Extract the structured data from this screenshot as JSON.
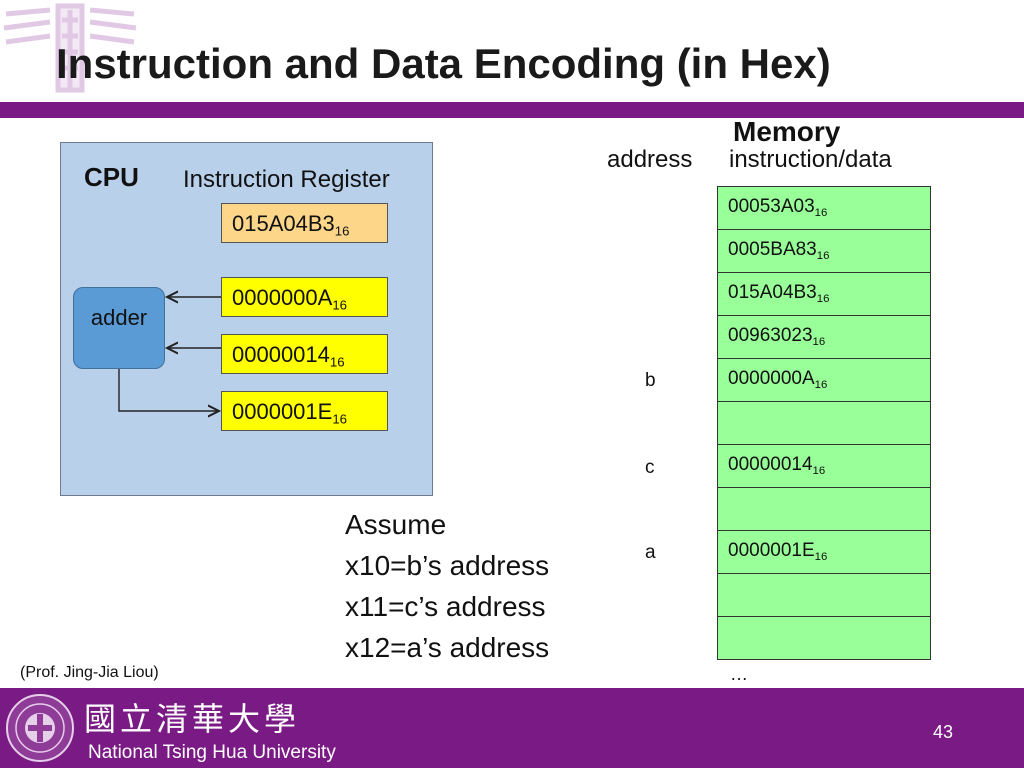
{
  "title": "Instruction and Data Encoding (in Hex)",
  "cpu": {
    "label": "CPU",
    "instruction_register_label": "Instruction Register",
    "instruction_register": {
      "value": "015A04B3",
      "base": "16"
    },
    "adder_label": "adder",
    "registers": [
      {
        "value": "0000000A",
        "base": "16"
      },
      {
        "value": "00000014",
        "base": "16"
      },
      {
        "value": "0000001E",
        "base": "16"
      }
    ]
  },
  "memory": {
    "title": "Memory",
    "address_header": "address",
    "data_header": "instruction/data",
    "rows": [
      {
        "address": "",
        "value": "00053A03",
        "base": "16"
      },
      {
        "address": "",
        "value": "0005BA83",
        "base": "16"
      },
      {
        "address": "",
        "value": "015A04B3",
        "base": "16"
      },
      {
        "address": "",
        "value": "00963023",
        "base": "16"
      },
      {
        "address": "b",
        "value": "0000000A",
        "base": "16"
      },
      {
        "address": "",
        "value": "",
        "base": ""
      },
      {
        "address": "c",
        "value": "00000014",
        "base": "16"
      },
      {
        "address": "",
        "value": "",
        "base": ""
      },
      {
        "address": "a",
        "value": "0000001E",
        "base": "16"
      },
      {
        "address": "",
        "value": "",
        "base": ""
      },
      {
        "address": "",
        "value": "",
        "base": ""
      }
    ],
    "ellipsis": "…"
  },
  "assume": {
    "heading": "Assume",
    "lines": [
      "x10=b’s address",
      "x11=c’s address",
      "x12=a’s address"
    ]
  },
  "credit": "(Prof. Jing-Jia Liou)",
  "footer": {
    "chinese_name": "國立清華大學",
    "english_name": "National Tsing Hua University",
    "page_number": "43"
  },
  "colors": {
    "brand_purple": "#7a1a85",
    "cpu_background": "#b9d0ea",
    "instruction_register": "#fdd68a",
    "register_yellow": "#ffff00",
    "adder_blue": "#5b9bd5",
    "memory_green": "#99ff99"
  },
  "icons": {
    "watermark": "university-emblem-icon",
    "seal": "university-seal-icon"
  }
}
